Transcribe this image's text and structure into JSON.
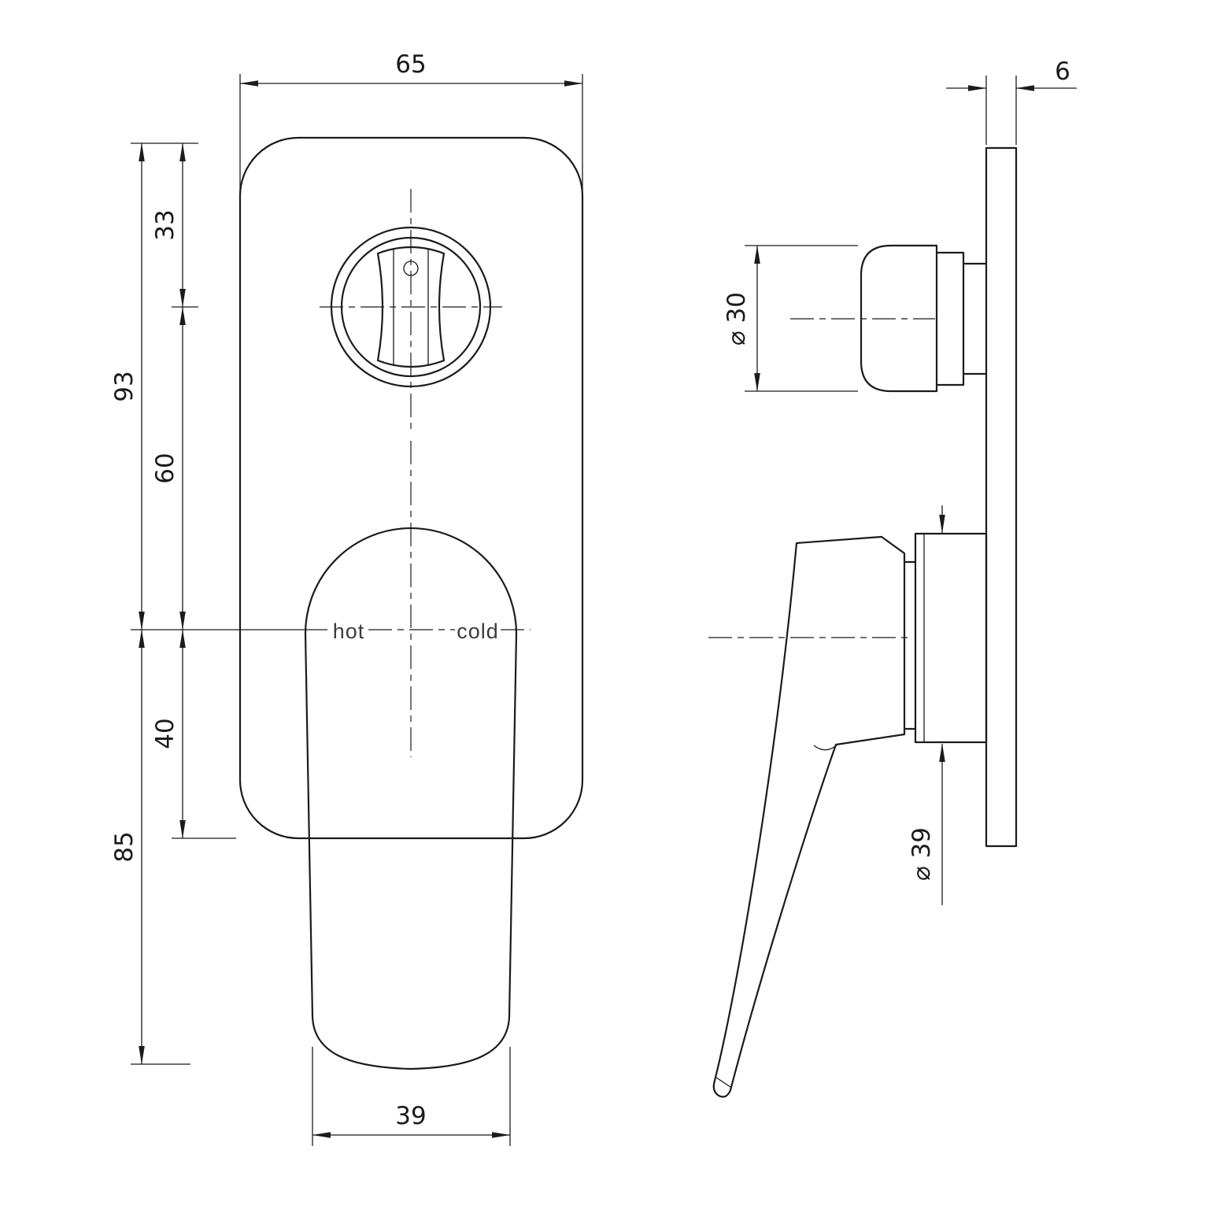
{
  "colors": {
    "line": "#1b1b1b",
    "background": "#ffffff",
    "label_text": "#3c3c3c"
  },
  "front_view": {
    "width": "65",
    "top_to_knob_center": "33",
    "knob_center_to_handle_center": "60",
    "top_to_handle_center": "93",
    "handle_center_to_plate_bottom": "40",
    "handle_center_to_lever_tip": "85",
    "lever_width": "39",
    "hot_label": "hot",
    "cold_label": "cold"
  },
  "side_view": {
    "plate_thickness": "6",
    "knob_diameter": "⌀ 30",
    "handle_diameter": "⌀ 39"
  }
}
